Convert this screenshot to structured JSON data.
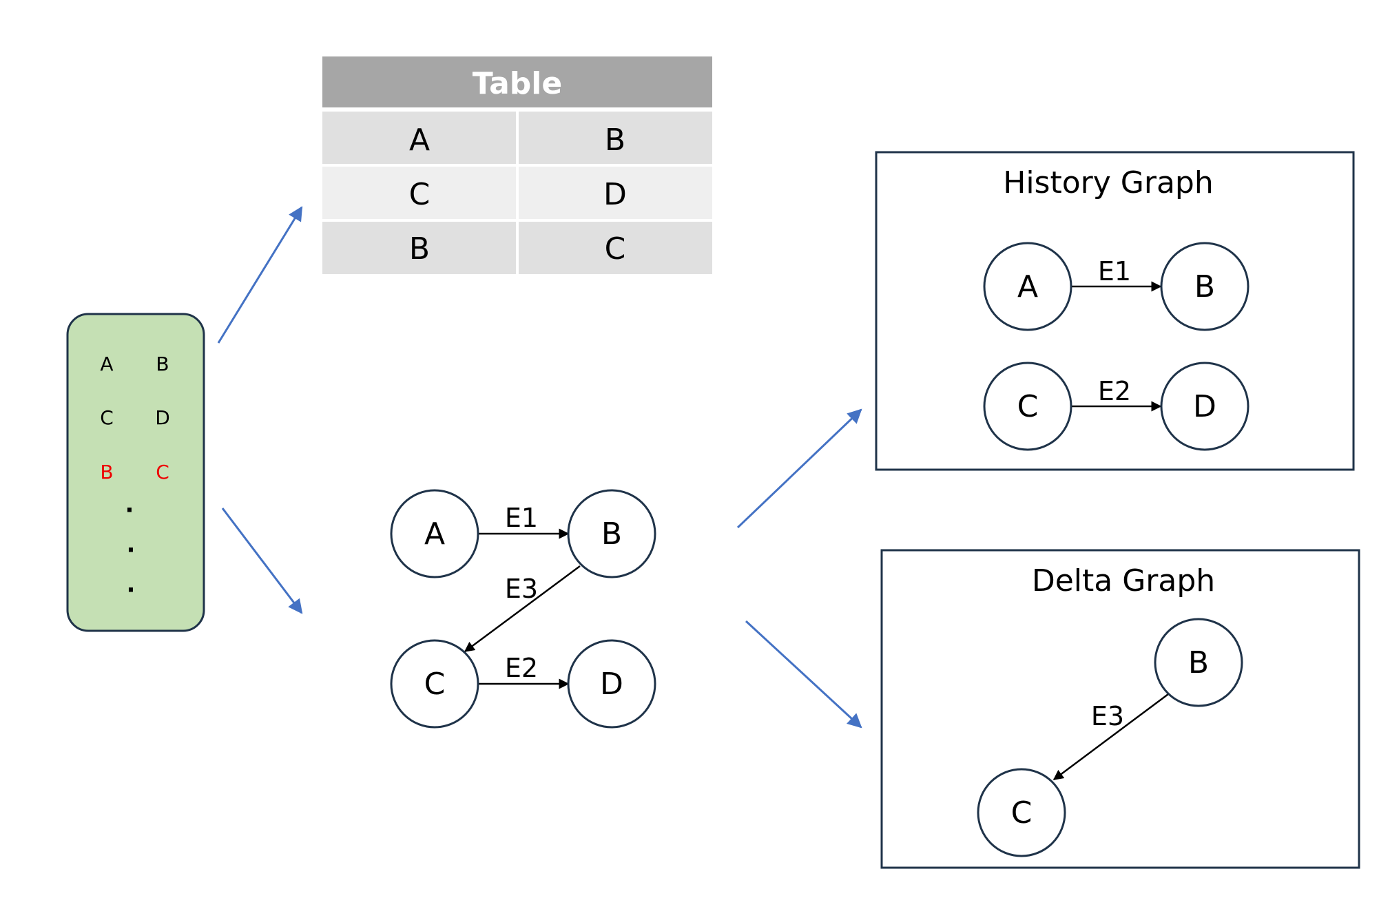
{
  "colors": {
    "background": "#ffffff",
    "stream_fill": "#c5e0b4",
    "stream_stroke": "#1f3349",
    "highlight_text": "#ee0000",
    "arrow_blue": "#4472c4",
    "table_header_bg": "#a6a6a6",
    "table_row_dark": "#e0e0e0",
    "table_row_light": "#efefef",
    "node_stroke": "#1f3349",
    "edge_color": "#000000",
    "panel_stroke": "#1f3349"
  },
  "stream": {
    "rows": [
      {
        "left": "A",
        "right": "B",
        "highlight": false
      },
      {
        "left": "C",
        "right": "D",
        "highlight": false
      },
      {
        "left": "B",
        "right": "C",
        "highlight": true
      }
    ],
    "ellipsis": [
      "·",
      "·",
      "·"
    ]
  },
  "table": {
    "title": "Table",
    "rows": [
      [
        "A",
        "B"
      ],
      [
        "C",
        "D"
      ],
      [
        "B",
        "C"
      ]
    ]
  },
  "full_graph": {
    "nodes": [
      "A",
      "B",
      "C",
      "D"
    ],
    "edges": [
      {
        "from": "A",
        "to": "B",
        "label": "E1"
      },
      {
        "from": "B",
        "to": "C",
        "label": "E3"
      },
      {
        "from": "C",
        "to": "D",
        "label": "E2"
      }
    ]
  },
  "history_graph": {
    "title": "History Graph",
    "nodes": [
      "A",
      "B",
      "C",
      "D"
    ],
    "edges": [
      {
        "from": "A",
        "to": "B",
        "label": "E1"
      },
      {
        "from": "C",
        "to": "D",
        "label": "E2"
      }
    ]
  },
  "delta_graph": {
    "title": "Delta Graph",
    "nodes": [
      "B",
      "C"
    ],
    "edges": [
      {
        "from": "B",
        "to": "C",
        "label": "E3"
      }
    ]
  }
}
